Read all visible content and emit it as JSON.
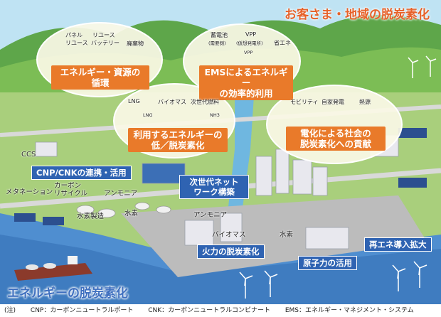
{
  "title_top": "お客さま・地域の脱炭素化",
  "title_bottom": "エネルギーの脱炭素化",
  "bubbles": {
    "circulation": {
      "title": "エネルギー・資源の\n循環",
      "items": [
        "パネル",
        "リユース",
        "バッテリー",
        "リユース",
        "廃棄物"
      ]
    },
    "ems": {
      "title": "EMSによるエネルギー\nの効率的利用",
      "items": [
        "蓄電池",
        "(需要側)",
        "VPP",
        "(仮想発電所)",
        "省エネ",
        "VPP"
      ]
    },
    "fuel": {
      "title": "利用するエネルギーの\n低／脱炭素化",
      "items": [
        "LNG",
        "バイオマス",
        "次世代燃料",
        "LNG",
        "NH3"
      ]
    },
    "electrification": {
      "title": "電化による社会の\n脱炭素化への貢献",
      "items": [
        "モビリティ",
        "自家発電",
        "熱源"
      ]
    }
  },
  "supply": {
    "cnp_cnk": "CNP/CNKの連携・活用",
    "next_gen_network": "次世代ネット\nワーク構築",
    "thermal": "火力の脱炭素化",
    "renewables": "再エネ導入拡大",
    "nuclear": "原子力の活用"
  },
  "labels": {
    "ccs": "CCS",
    "methanation": "メタネーション",
    "carbon_recycle": "カーボン\nリサイクル",
    "ammonia_left": "アンモニア",
    "hydrogen_production": "水素製造",
    "hydrogen_left": "水素",
    "ammonia_center": "アンモニア",
    "biomass": "バイオマス",
    "hydrogen_center": "水素"
  },
  "footnote": {
    "prefix": "(注)",
    "cnp": "CNP：カーボンニュートラルポート",
    "cnk": "CNK：カーボンニュートラルコンビナート",
    "ems": "EMS：エネルギー・マネジメント・システム"
  },
  "colors": {
    "orange": "#e97a2a",
    "blue": "#2f63b2",
    "title_orange": "#e7622a",
    "title_blue": "#3e6fbf"
  }
}
